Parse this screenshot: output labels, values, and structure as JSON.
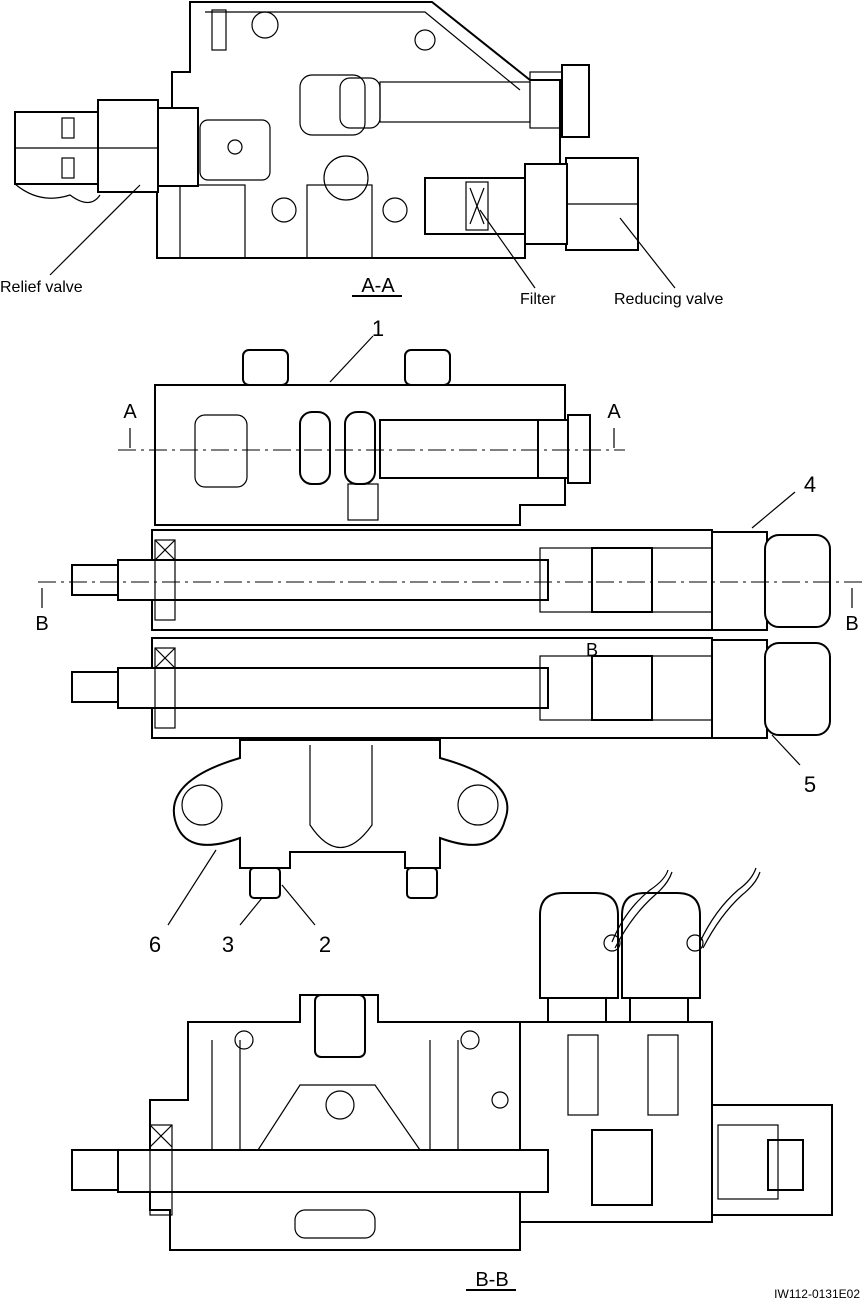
{
  "section_aa": {
    "title": "A-A",
    "callouts": [
      "Relief valve",
      "Filter",
      "Reducing valve"
    ]
  },
  "main_view": {
    "section_marks": {
      "a_left": "A",
      "a_right": "A",
      "b_left": "B",
      "b_right": "B",
      "b_mid": "B"
    },
    "part_numbers": {
      "p1": "1",
      "p2": "2",
      "p3": "3",
      "p4": "4",
      "p5": "5",
      "p6": "6"
    }
  },
  "section_bb": {
    "title": "B-B"
  },
  "drawing_id": "IW112-0131E02"
}
